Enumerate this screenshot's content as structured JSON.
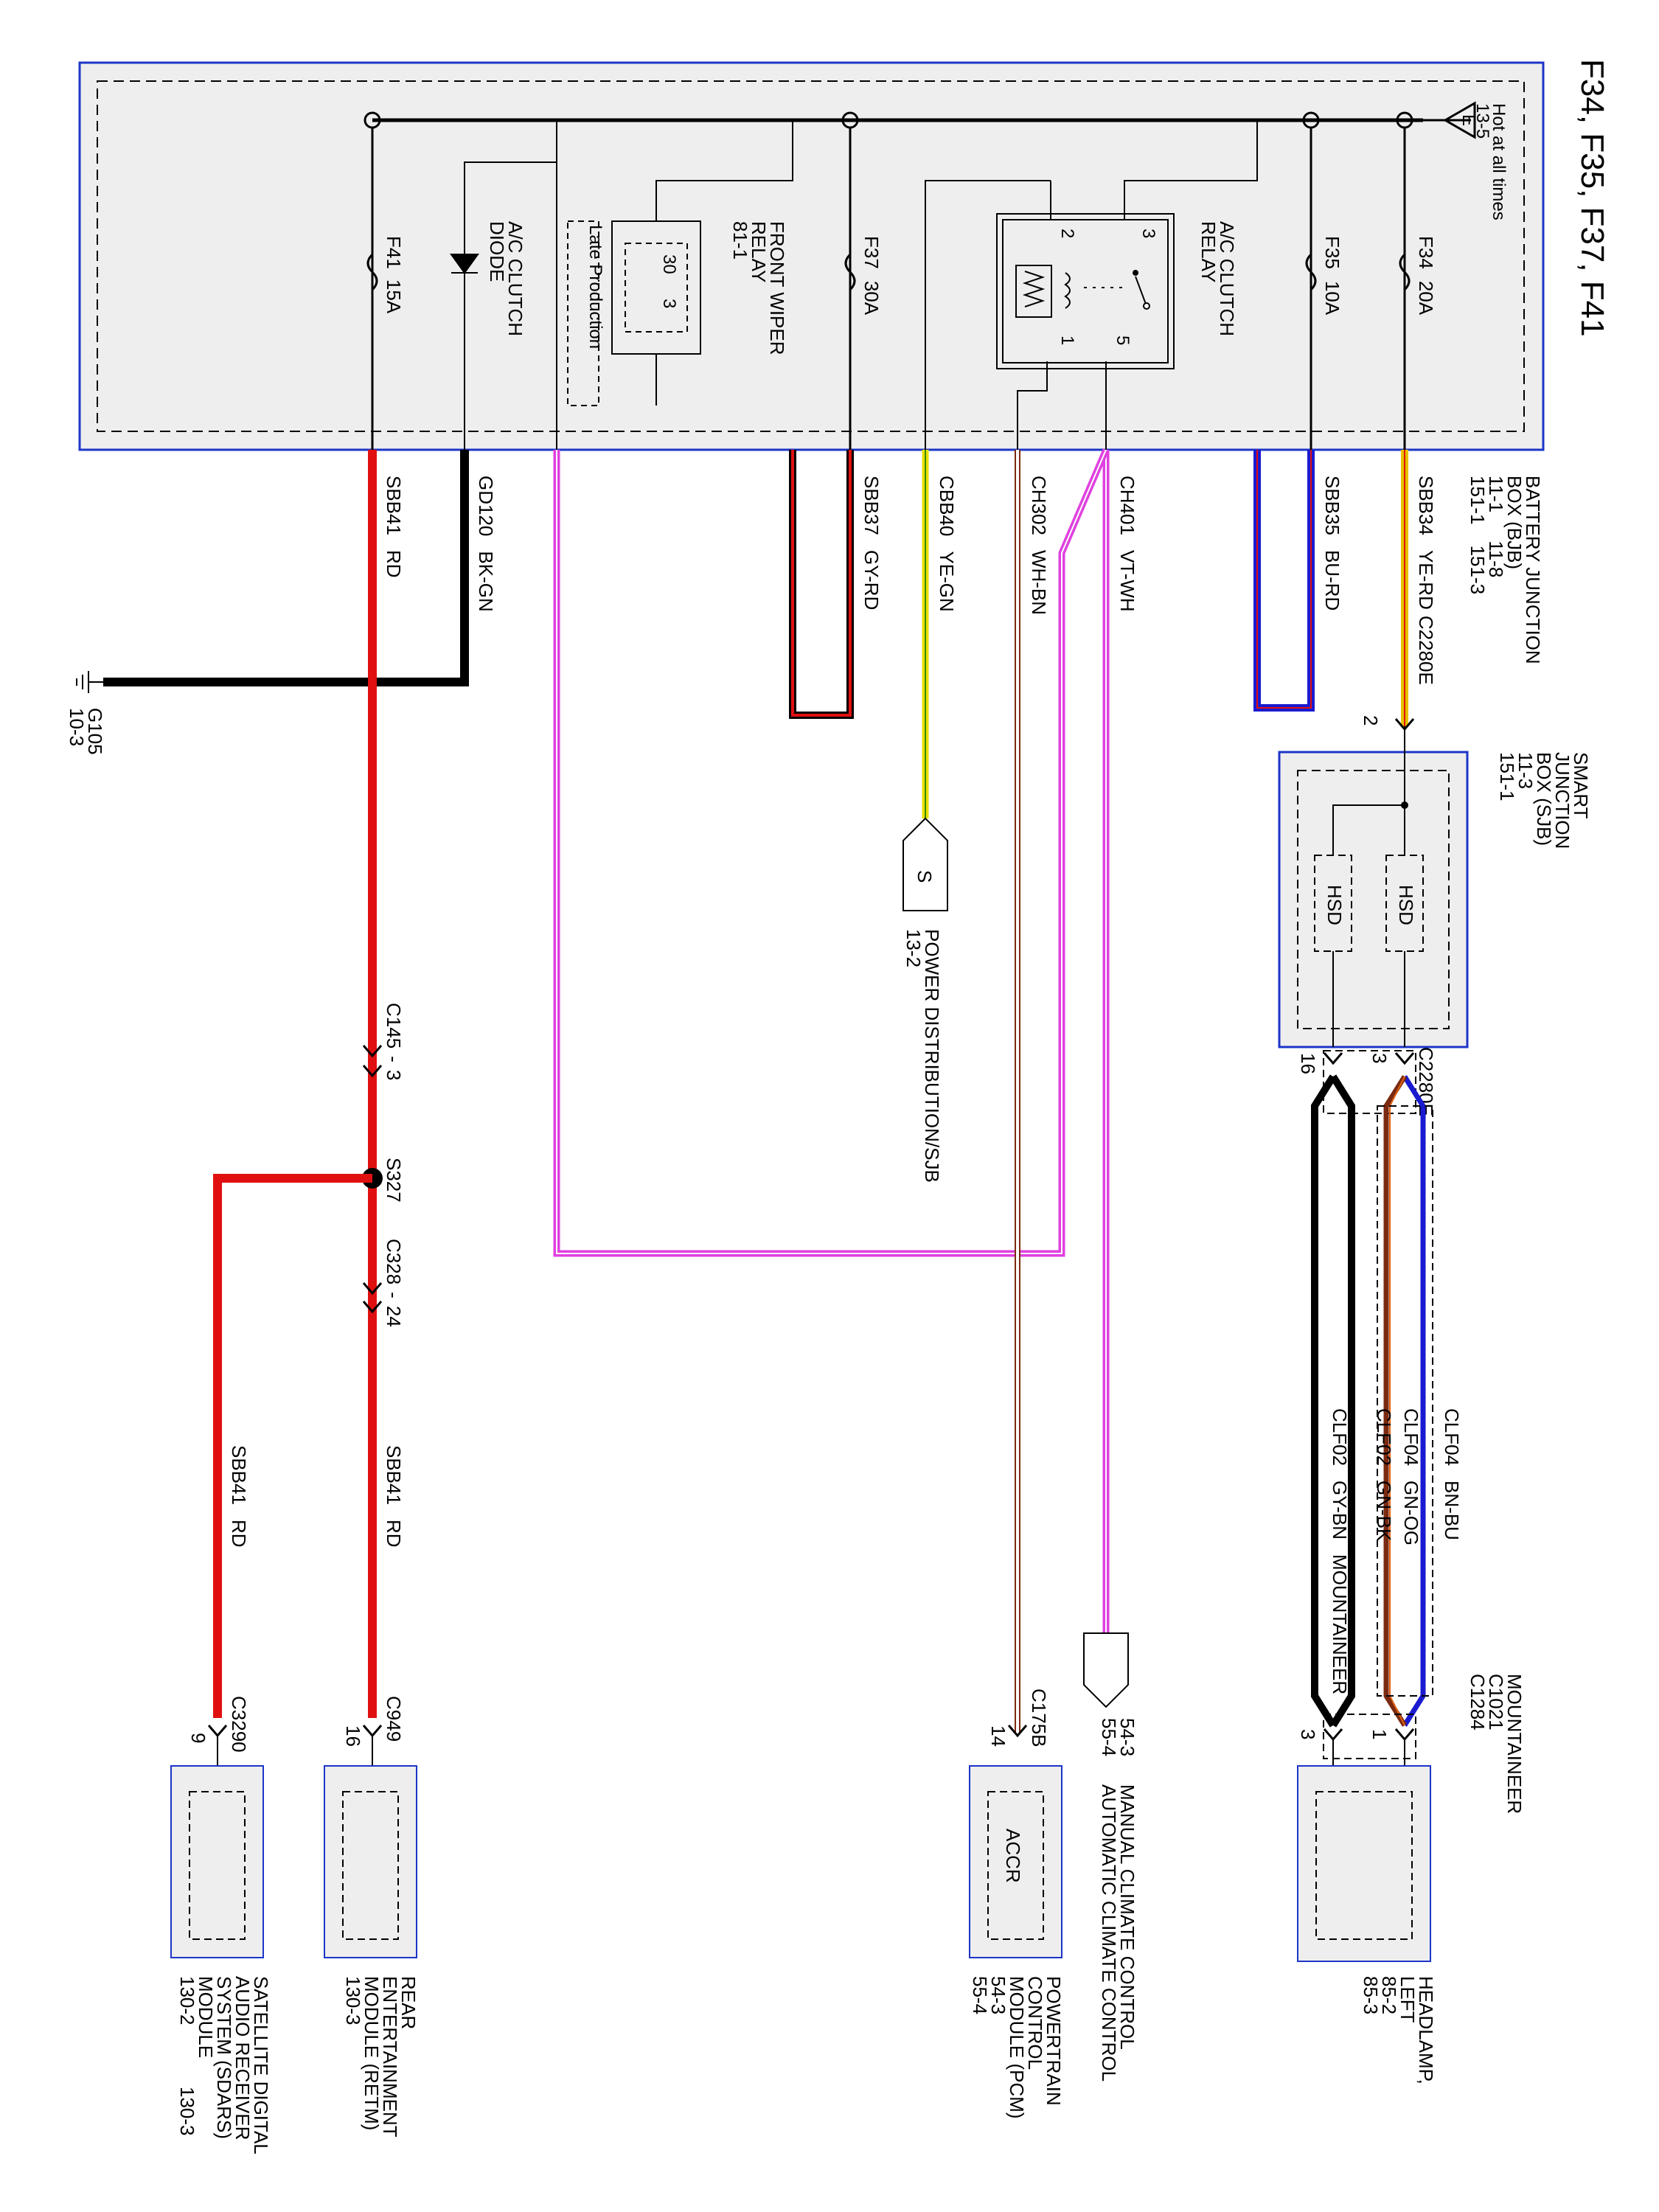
{
  "title": "F34, F35, F37, F41",
  "hot_label": "Hot at all times",
  "hot_ref": "13-5",
  "hot_letter": "E",
  "colors": {
    "box_border": "#1c35c8",
    "box_fill": "#eeeeee",
    "red": "#e01010",
    "black": "#000000",
    "magenta": "#e040e0",
    "yellow": "#e8e000",
    "green": "#3a8a00",
    "blue": "#1a1ad0",
    "brown": "#7a2a10"
  },
  "bjb": {
    "name": "BATTERY JUNCTION",
    "name2": "BOX (BJB)",
    "refs1": "11-1",
    "refs1b": "11-8",
    "refs2": "151-1",
    "refs2b": "151-3"
  },
  "fuses": [
    {
      "name": "F34",
      "rating": "20A"
    },
    {
      "name": "F35",
      "rating": "10A"
    },
    {
      "name": "F37",
      "rating": "30A"
    },
    {
      "name": "F41",
      "rating": "15A"
    }
  ],
  "ac_relay": {
    "line1": "A/C CLUTCH",
    "line2": "RELAY",
    "pins": [
      "3",
      "2",
      "1",
      "5"
    ]
  },
  "wiper_relay": {
    "line1": "FRONT WIPER",
    "line2": "RELAY",
    "ref": "81-1",
    "pin_a": "30",
    "pin_b": "3"
  },
  "late_production": "Late Production",
  "ac_diode": {
    "line1": "A/C CLUTCH",
    "line2": "DIODE"
  },
  "wires": [
    {
      "circuit": "SBB34",
      "color": "YE-RD"
    },
    {
      "circuit": "SBB35",
      "color": "BU-RD"
    },
    {
      "circuit": "CH401",
      "color": "VT-WH"
    },
    {
      "circuit": "CH302",
      "color": "WH-BN"
    },
    {
      "circuit": "CBB40",
      "color": "YE-GN"
    },
    {
      "circuit": "SBB37",
      "color": "GY-RD"
    },
    {
      "circuit": "GD120",
      "color": "BK-GN"
    },
    {
      "circuit": "SBB41",
      "color": "RD"
    }
  ],
  "connectors": {
    "c2280e_top": "C2280E",
    "c2280e_pin": "2",
    "c2280e_bottom": "C2280E",
    "c2280e_pin3": "3",
    "c2280e_pin16": "16",
    "c145": "C145",
    "c145_pin": "3",
    "s327": "S327",
    "c328": "C328",
    "c328_pin": "24",
    "c3290": "C3290",
    "c3290_pin": "9",
    "c949": "C949",
    "c949_pin": "16",
    "c175b": "C175B",
    "c175b_pin": "14",
    "c1021": "C1021",
    "c1284": "C1284",
    "c1021_pin1": "1",
    "c1021_pin3": "3",
    "mountaineer_top": "MOUNTAINEER",
    "mountaineer_mid": "MOUNTAINEER"
  },
  "sjb": {
    "name": "SMART",
    "name2": "JUNCTION",
    "name3": "BOX (SJB)",
    "refs1": "11-3",
    "refs2": "151-1",
    "hsd1": "HSD",
    "hsd2": "HSD"
  },
  "ground": {
    "name": "G105",
    "ref": "10-3"
  },
  "power_dist": {
    "letter": "S",
    "name": "POWER DISTRIBUTION/SJB",
    "ref": "13-2"
  },
  "climate": {
    "ref1": "54-3",
    "ref2": "55-4",
    "name1": "MANUAL CLIMATE CONTROL",
    "name2": "AUTOMATIC CLIMATE CONTROL"
  },
  "clf_wires": [
    {
      "circuit": "CLF04",
      "color": "BN-BU"
    },
    {
      "circuit": "CLF04",
      "color": "GN-OG"
    },
    {
      "circuit": "CLF02",
      "color": "GN-BK"
    },
    {
      "circuit": "CLF02",
      "color": "GY-BN"
    }
  ],
  "headlamp": {
    "l1": "HEADLAMP,",
    "l2": "LEFT",
    "l3": "85-2",
    "l4": "85-3"
  },
  "pcm": {
    "inner": "ACCR",
    "l1": "POWERTRAIN",
    "l2": "CONTROL",
    "l3": "MODULE (PCM)",
    "l4": "54-3",
    "l5": "55-4"
  },
  "retm": {
    "l1": "REAR",
    "l2": "ENTERTAINMENT",
    "l3": "MODULE (RETM)",
    "l4": "130-3"
  },
  "sdars": {
    "l1": "SATELLITE DIGITAL",
    "l2": "AUDIO RECEIVER",
    "l3": "SYSTEM (SDARS)",
    "l4": "MODULE",
    "l5": "130-2",
    "l6": "130-3"
  }
}
